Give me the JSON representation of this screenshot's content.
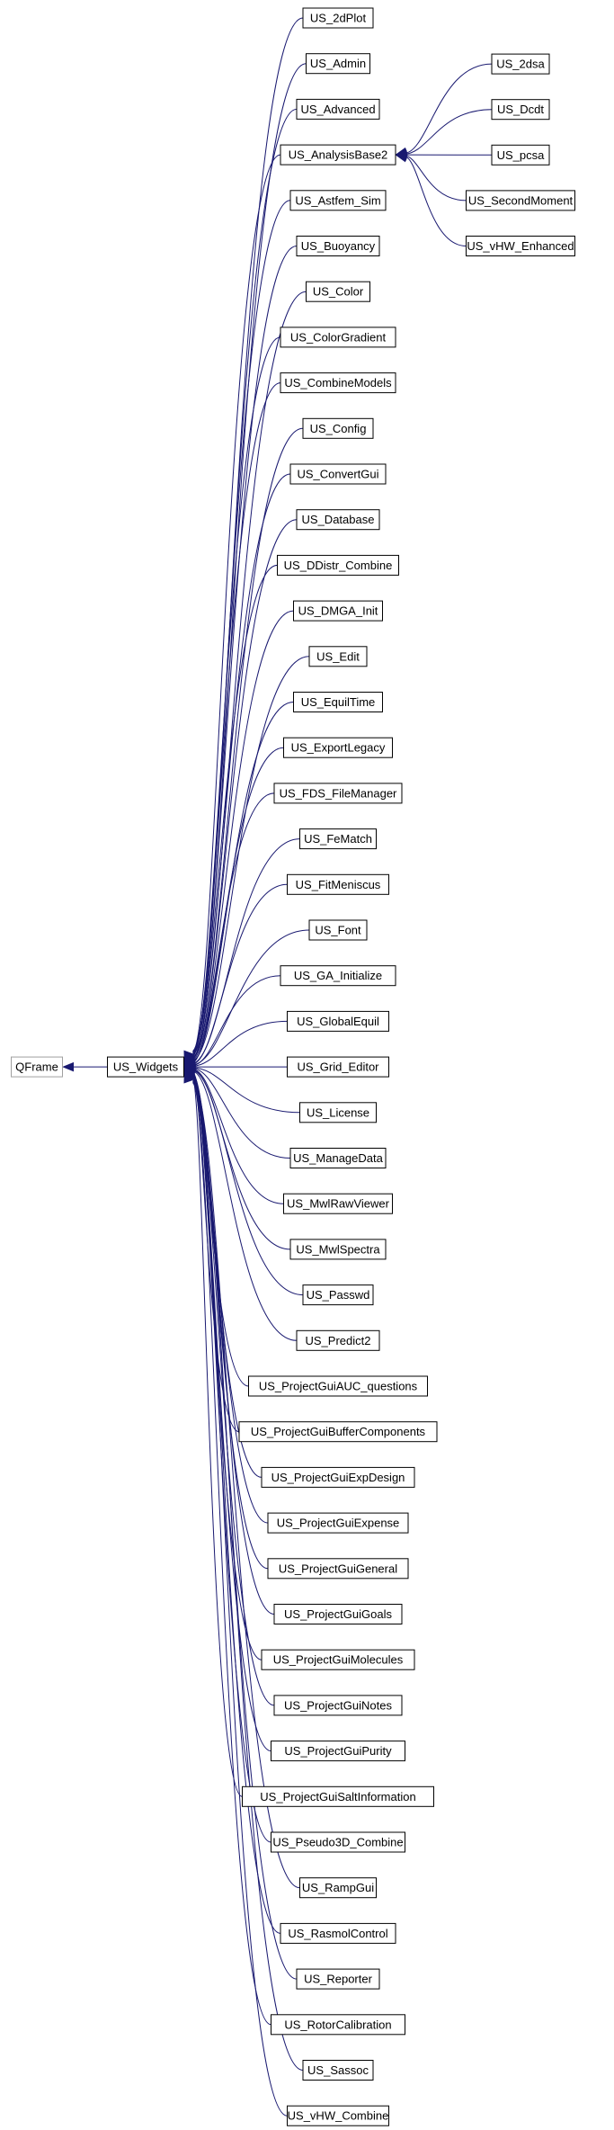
{
  "diagram": {
    "root": "QFrame",
    "base": "US_Widgets",
    "analysis_base": "US_AnalysisBase2",
    "nodes": [
      {
        "id": "QFrame",
        "label": "QFrame",
        "external": true
      },
      {
        "id": "US_Widgets",
        "label": "US_Widgets"
      },
      {
        "id": "US_2dPlot",
        "label": "US_2dPlot"
      },
      {
        "id": "US_Admin",
        "label": "US_Admin"
      },
      {
        "id": "US_Advanced",
        "label": "US_Advanced"
      },
      {
        "id": "US_AnalysisBase2",
        "label": "US_AnalysisBase2"
      },
      {
        "id": "US_Astfem_Sim",
        "label": "US_Astfem_Sim"
      },
      {
        "id": "US_Buoyancy",
        "label": "US_Buoyancy"
      },
      {
        "id": "US_Color",
        "label": "US_Color"
      },
      {
        "id": "US_ColorGradient",
        "label": "US_ColorGradient"
      },
      {
        "id": "US_CombineModels",
        "label": "US_CombineModels"
      },
      {
        "id": "US_Config",
        "label": "US_Config"
      },
      {
        "id": "US_ConvertGui",
        "label": "US_ConvertGui"
      },
      {
        "id": "US_Database",
        "label": "US_Database"
      },
      {
        "id": "US_DDistr_Combine",
        "label": "US_DDistr_Combine"
      },
      {
        "id": "US_DMGA_Init",
        "label": "US_DMGA_Init"
      },
      {
        "id": "US_Edit",
        "label": "US_Edit"
      },
      {
        "id": "US_EquilTime",
        "label": "US_EquilTime"
      },
      {
        "id": "US_ExportLegacy",
        "label": "US_ExportLegacy"
      },
      {
        "id": "US_FDS_FileManager",
        "label": "US_FDS_FileManager"
      },
      {
        "id": "US_FeMatch",
        "label": "US_FeMatch"
      },
      {
        "id": "US_FitMeniscus",
        "label": "US_FitMeniscus"
      },
      {
        "id": "US_Font",
        "label": "US_Font"
      },
      {
        "id": "US_GA_Initialize",
        "label": "US_GA_Initialize"
      },
      {
        "id": "US_GlobalEquil",
        "label": "US_GlobalEquil"
      },
      {
        "id": "US_Grid_Editor",
        "label": "US_Grid_Editor"
      },
      {
        "id": "US_License",
        "label": "US_License"
      },
      {
        "id": "US_ManageData",
        "label": "US_ManageData"
      },
      {
        "id": "US_MwlRawViewer",
        "label": "US_MwlRawViewer"
      },
      {
        "id": "US_MwlSpectra",
        "label": "US_MwlSpectra"
      },
      {
        "id": "US_Passwd",
        "label": "US_Passwd"
      },
      {
        "id": "US_Predict2",
        "label": "US_Predict2"
      },
      {
        "id": "US_ProjectGuiAUC_questions",
        "label": "US_ProjectGuiAUC_questions"
      },
      {
        "id": "US_ProjectGuiBufferComponents",
        "label": "US_ProjectGuiBufferComponents"
      },
      {
        "id": "US_ProjectGuiExpDesign",
        "label": "US_ProjectGuiExpDesign"
      },
      {
        "id": "US_ProjectGuiExpense",
        "label": "US_ProjectGuiExpense"
      },
      {
        "id": "US_ProjectGuiGeneral",
        "label": "US_ProjectGuiGeneral"
      },
      {
        "id": "US_ProjectGuiGoals",
        "label": "US_ProjectGuiGoals"
      },
      {
        "id": "US_ProjectGuiMolecules",
        "label": "US_ProjectGuiMolecules"
      },
      {
        "id": "US_ProjectGuiNotes",
        "label": "US_ProjectGuiNotes"
      },
      {
        "id": "US_ProjectGuiPurity",
        "label": "US_ProjectGuiPurity"
      },
      {
        "id": "US_ProjectGuiSaltInformation",
        "label": "US_ProjectGuiSaltInformation"
      },
      {
        "id": "US_Pseudo3D_Combine",
        "label": "US_Pseudo3D_Combine"
      },
      {
        "id": "US_RampGui",
        "label": "US_RampGui"
      },
      {
        "id": "US_RasmolControl",
        "label": "US_RasmolControl"
      },
      {
        "id": "US_Reporter",
        "label": "US_Reporter"
      },
      {
        "id": "US_RotorCalibration",
        "label": "US_RotorCalibration"
      },
      {
        "id": "US_Sassoc",
        "label": "US_Sassoc"
      },
      {
        "id": "US_vHW_Combine",
        "label": "US_vHW_Combine"
      },
      {
        "id": "US_2dsa",
        "label": "US_2dsa"
      },
      {
        "id": "US_Dcdt",
        "label": "US_Dcdt"
      },
      {
        "id": "US_pcsa",
        "label": "US_pcsa"
      },
      {
        "id": "US_SecondMoment",
        "label": "US_SecondMoment"
      },
      {
        "id": "US_vHW_Enhanced",
        "label": "US_vHW_Enhanced"
      }
    ],
    "edges": [
      {
        "from": "US_Widgets",
        "to": "QFrame"
      },
      {
        "from": "US_2dPlot",
        "to": "US_Widgets"
      },
      {
        "from": "US_Admin",
        "to": "US_Widgets"
      },
      {
        "from": "US_Advanced",
        "to": "US_Widgets"
      },
      {
        "from": "US_AnalysisBase2",
        "to": "US_Widgets"
      },
      {
        "from": "US_Astfem_Sim",
        "to": "US_Widgets"
      },
      {
        "from": "US_Buoyancy",
        "to": "US_Widgets"
      },
      {
        "from": "US_Color",
        "to": "US_Widgets"
      },
      {
        "from": "US_ColorGradient",
        "to": "US_Widgets"
      },
      {
        "from": "US_CombineModels",
        "to": "US_Widgets"
      },
      {
        "from": "US_Config",
        "to": "US_Widgets"
      },
      {
        "from": "US_ConvertGui",
        "to": "US_Widgets"
      },
      {
        "from": "US_Database",
        "to": "US_Widgets"
      },
      {
        "from": "US_DDistr_Combine",
        "to": "US_Widgets"
      },
      {
        "from": "US_DMGA_Init",
        "to": "US_Widgets"
      },
      {
        "from": "US_Edit",
        "to": "US_Widgets"
      },
      {
        "from": "US_EquilTime",
        "to": "US_Widgets"
      },
      {
        "from": "US_ExportLegacy",
        "to": "US_Widgets"
      },
      {
        "from": "US_FDS_FileManager",
        "to": "US_Widgets"
      },
      {
        "from": "US_FeMatch",
        "to": "US_Widgets"
      },
      {
        "from": "US_FitMeniscus",
        "to": "US_Widgets"
      },
      {
        "from": "US_Font",
        "to": "US_Widgets"
      },
      {
        "from": "US_GA_Initialize",
        "to": "US_Widgets"
      },
      {
        "from": "US_GlobalEquil",
        "to": "US_Widgets"
      },
      {
        "from": "US_Grid_Editor",
        "to": "US_Widgets"
      },
      {
        "from": "US_License",
        "to": "US_Widgets"
      },
      {
        "from": "US_ManageData",
        "to": "US_Widgets"
      },
      {
        "from": "US_MwlRawViewer",
        "to": "US_Widgets"
      },
      {
        "from": "US_MwlSpectra",
        "to": "US_Widgets"
      },
      {
        "from": "US_Passwd",
        "to": "US_Widgets"
      },
      {
        "from": "US_Predict2",
        "to": "US_Widgets"
      },
      {
        "from": "US_ProjectGuiAUC_questions",
        "to": "US_Widgets"
      },
      {
        "from": "US_ProjectGuiBufferComponents",
        "to": "US_Widgets"
      },
      {
        "from": "US_ProjectGuiExpDesign",
        "to": "US_Widgets"
      },
      {
        "from": "US_ProjectGuiExpense",
        "to": "US_Widgets"
      },
      {
        "from": "US_ProjectGuiGeneral",
        "to": "US_Widgets"
      },
      {
        "from": "US_ProjectGuiGoals",
        "to": "US_Widgets"
      },
      {
        "from": "US_ProjectGuiMolecules",
        "to": "US_Widgets"
      },
      {
        "from": "US_ProjectGuiNotes",
        "to": "US_Widgets"
      },
      {
        "from": "US_ProjectGuiPurity",
        "to": "US_Widgets"
      },
      {
        "from": "US_ProjectGuiSaltInformation",
        "to": "US_Widgets"
      },
      {
        "from": "US_Pseudo3D_Combine",
        "to": "US_Widgets"
      },
      {
        "from": "US_RampGui",
        "to": "US_Widgets"
      },
      {
        "from": "US_RasmolControl",
        "to": "US_Widgets"
      },
      {
        "from": "US_Reporter",
        "to": "US_Widgets"
      },
      {
        "from": "US_RotorCalibration",
        "to": "US_Widgets"
      },
      {
        "from": "US_Sassoc",
        "to": "US_Widgets"
      },
      {
        "from": "US_vHW_Combine",
        "to": "US_Widgets"
      },
      {
        "from": "US_2dsa",
        "to": "US_AnalysisBase2"
      },
      {
        "from": "US_Dcdt",
        "to": "US_AnalysisBase2"
      },
      {
        "from": "US_pcsa",
        "to": "US_AnalysisBase2"
      },
      {
        "from": "US_SecondMoment",
        "to": "US_AnalysisBase2"
      },
      {
        "from": "US_vHW_Enhanced",
        "to": "US_AnalysisBase2"
      }
    ]
  },
  "colors": {
    "edge": "#191970",
    "node_border": "#000000",
    "external_border": "#a0a0a0",
    "background": "#ffffff"
  }
}
